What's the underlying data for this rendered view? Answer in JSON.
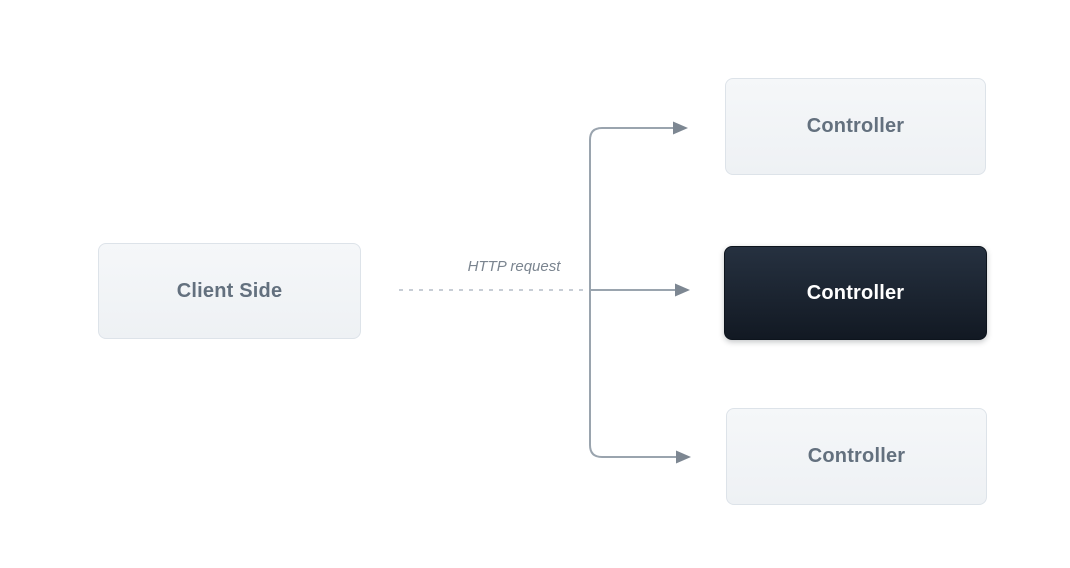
{
  "diagram": {
    "client_node": {
      "label": "Client Side"
    },
    "edge_label": "HTTP request",
    "controllers": [
      {
        "label": "Controller",
        "variant": "light",
        "position": "top"
      },
      {
        "label": "Controller",
        "variant": "dark",
        "position": "middle"
      },
      {
        "label": "Controller",
        "variant": "light",
        "position": "bottom"
      }
    ],
    "colors": {
      "light-node-bg-top": "#f5f7f9",
      "light-node-bg-bottom": "#eef1f4",
      "light-node-border": "#dde3e9",
      "light-node-text": "#63707e",
      "dark-node-bg-top": "#263140",
      "dark-node-bg-bottom": "#121923",
      "dark-node-text": "#ffffff",
      "connector": "#9aa4ae",
      "arrowhead": "#7d8792",
      "dashed-line": "#c7cdd5",
      "edge-label-text": "#7b8590"
    }
  }
}
